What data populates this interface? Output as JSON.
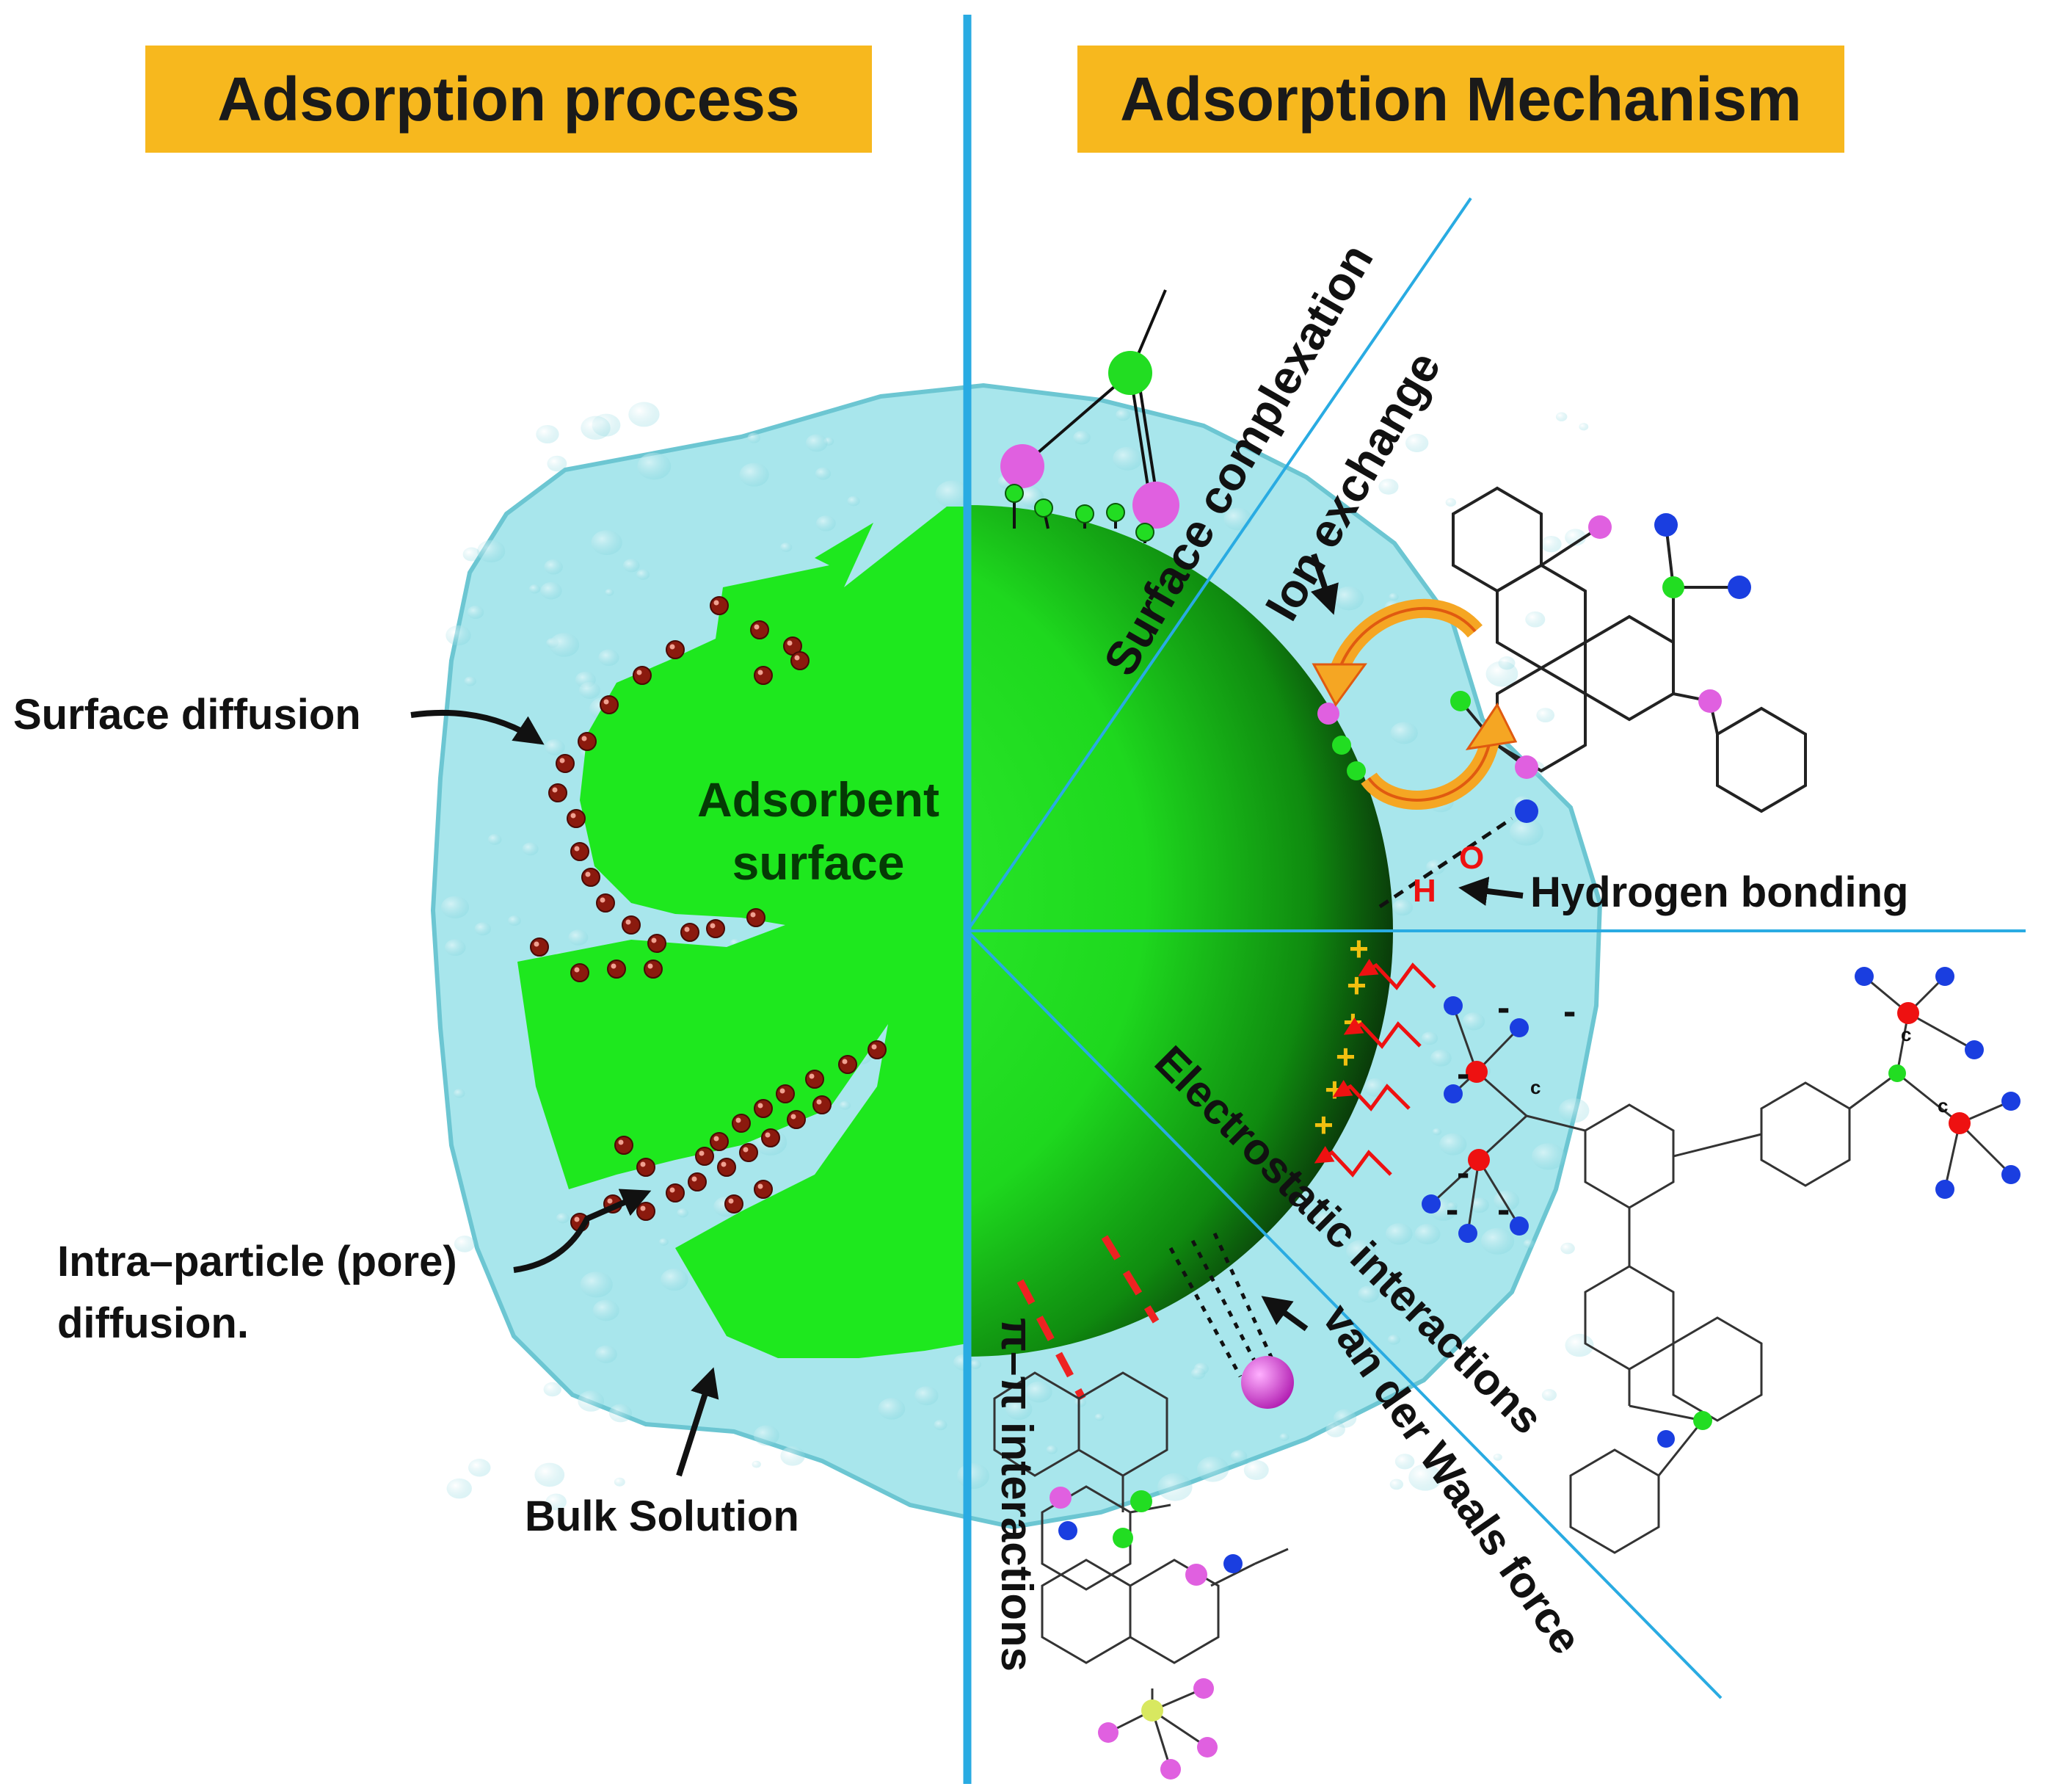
{
  "headers": {
    "left": "Adsorption process",
    "right": "Adsorption Mechanism"
  },
  "left_panel": {
    "center_label_line1": "Adsorbent",
    "center_label_line2": "surface",
    "surface_diffusion": "Surface diffusion",
    "intra_particle_line1": "Intra–particle (pore)",
    "intra_particle_line2": "diffusion.",
    "bulk_solution": "Bulk Solution"
  },
  "right_panel": {
    "surface_complexation": "Surface complexation",
    "ion_exchange": "Ion exchange",
    "hydrogen_bonding": "Hydrogen bonding",
    "electrostatic": "Electrostatic interactions",
    "van_der_waals": "van der Waals force",
    "pi_pi": "π–π interactions",
    "h_atom": "H",
    "o_atom": "O",
    "plus_sign": "+",
    "minus_sign": "-",
    "carbon_label": "c"
  },
  "colors": {
    "header_bg": "#f7b81e",
    "divider": "#29abe2",
    "adsorbent": "#1ee81e",
    "solution": "#a8e6ec",
    "particle": "#8b1a0e",
    "complex_green": "#22dd22",
    "complex_magenta": "#e060e0",
    "atom_blue": "#1a3ee0",
    "atom_red": "#ee1111",
    "arrow_orange": "#f5a623",
    "positive_charge": "#f0c010"
  }
}
